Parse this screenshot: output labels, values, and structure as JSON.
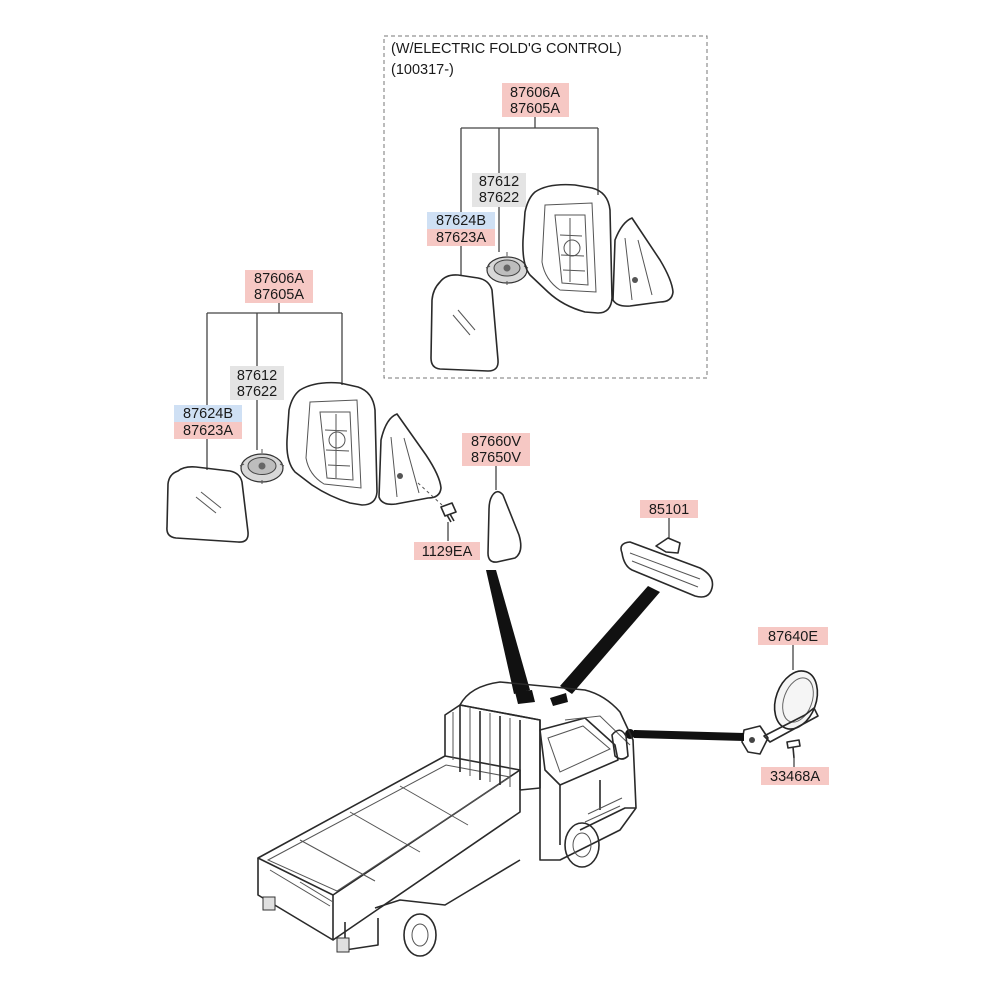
{
  "inset": {
    "title_line1": "(W/ELECTRIC FOLD'G CONTROL)",
    "title_line2": "(100317-)"
  },
  "colors": {
    "red_tag": "#f6c8c4",
    "blue_tag": "#cfe0f4",
    "gray_tag": "#e4e4e4",
    "outline": "#2a2a2a"
  },
  "labels": {
    "inset_assy_top": "87606A",
    "inset_assy_bottom": "87605A",
    "inset_actuator_top": "87612",
    "inset_actuator_bottom": "87622",
    "inset_glass_top": "87624B",
    "inset_glass_bottom": "87623A",
    "main_assy_top": "87606A",
    "main_assy_bottom": "87605A",
    "main_actuator_top": "87612",
    "main_actuator_bottom": "87622",
    "main_glass_top": "87624B",
    "main_glass_bottom": "87623A",
    "screw": "1129EA",
    "garnish_top": "87660V",
    "garnish_bottom": "87650V",
    "inside_mirror": "85101",
    "convex_mirror": "87640E",
    "bolt": "33468A"
  }
}
